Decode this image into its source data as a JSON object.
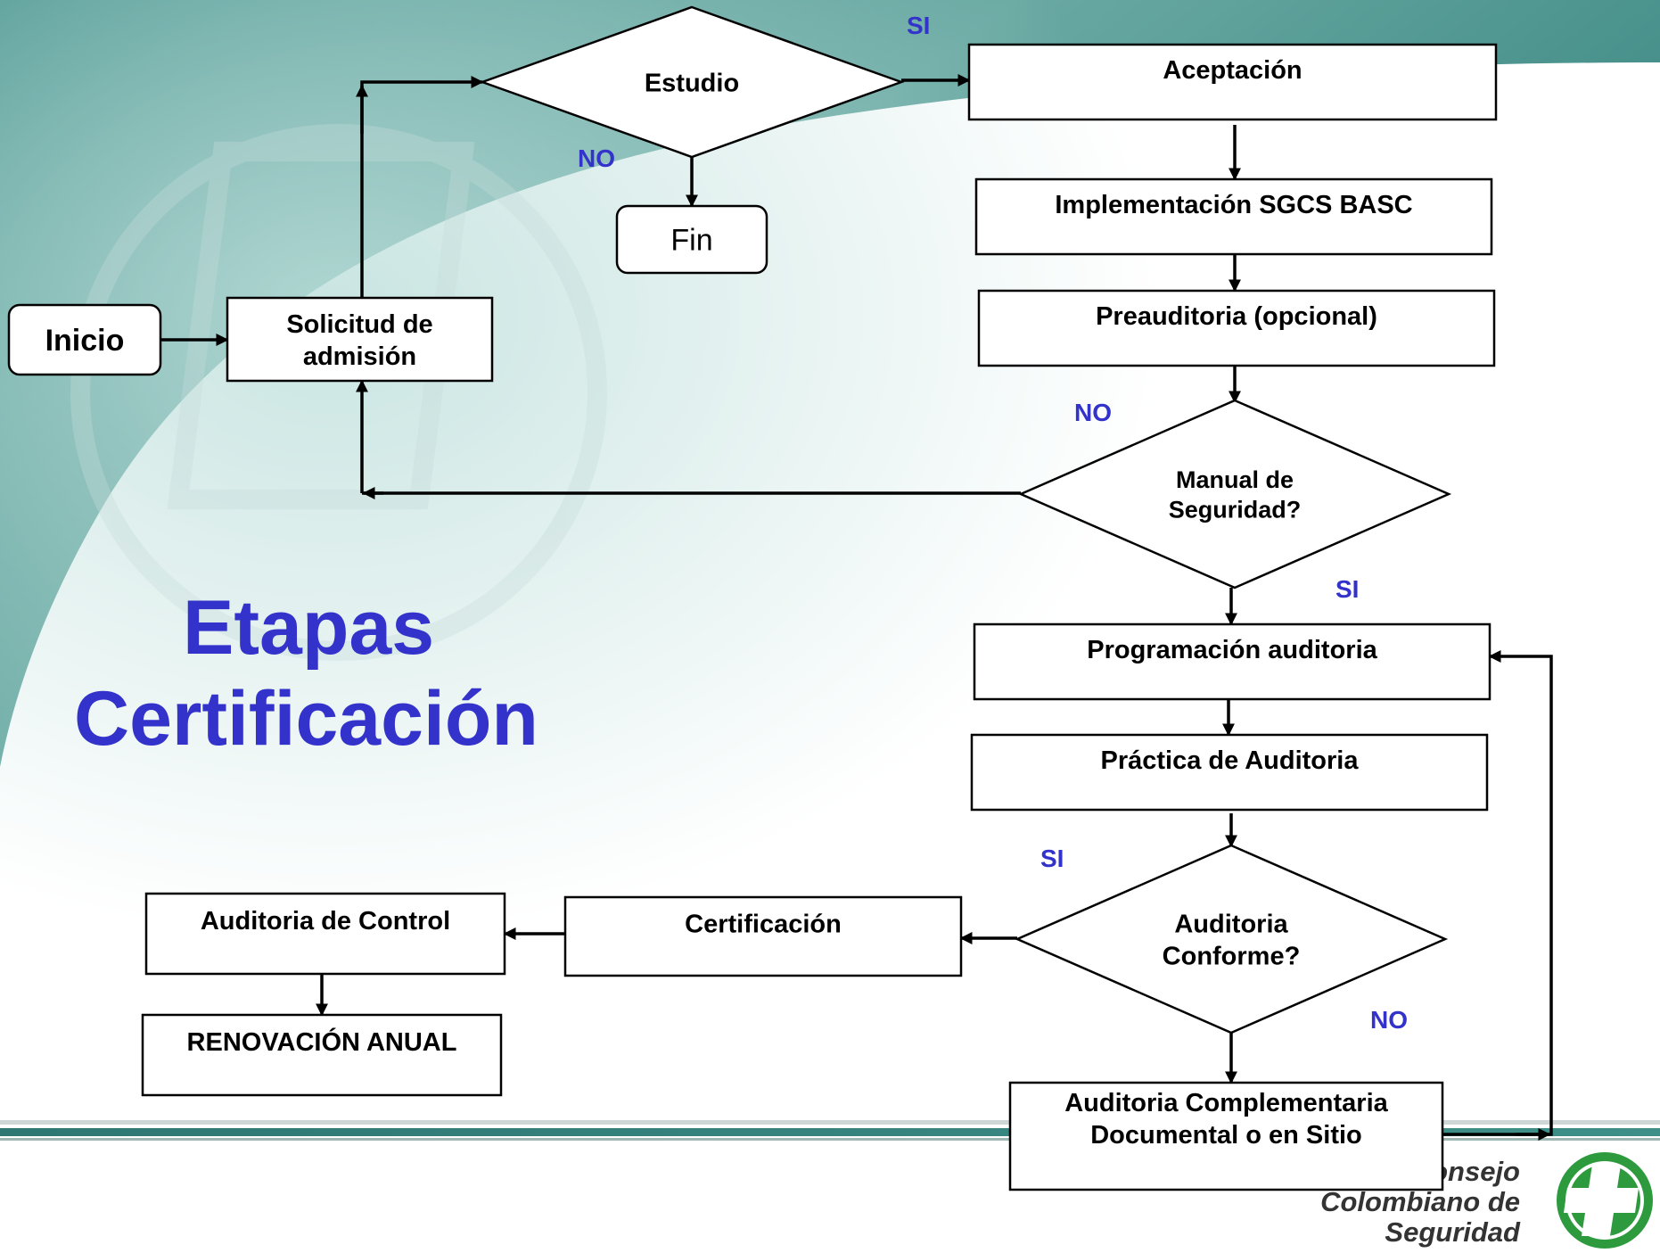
{
  "slide": {
    "title_lines": [
      "Etapas",
      "Certificación"
    ],
    "logo_lines": [
      "Consejo",
      "Colombiano de",
      "Seguridad"
    ],
    "colors": {
      "title": "#3333cc",
      "label": "#3333cc",
      "text": "#000000",
      "teal_dark": "#2f7f7a",
      "teal_light": "#cfe3e1",
      "logo_green": "#2e9a3e"
    }
  },
  "flowchart": {
    "nodes": {
      "inicio": {
        "text": "Inicio"
      },
      "solicitud": {
        "text": "Solicitud de admisión"
      },
      "estudio": {
        "text": "Estudio"
      },
      "fin": {
        "text": "Fin"
      },
      "aceptacion": {
        "text": "Aceptación"
      },
      "implementacion": {
        "text": "Implementación SGCS BASC"
      },
      "preauditoria": {
        "text": "Preauditoria (opcional)"
      },
      "manual": {
        "text": "Manual de Seguridad?"
      },
      "programacion": {
        "text": "Programación auditoria"
      },
      "practica": {
        "text": "Práctica de Auditoria"
      },
      "conforme": {
        "text": "Auditoria Conforme?"
      },
      "complementaria": {
        "text": "Auditoria Complementaria Documental o en Sitio"
      },
      "certificacion": {
        "text": "Certificación"
      },
      "control": {
        "text": "Auditoria de Control"
      },
      "renovacion": {
        "text": "RENOVACIÓN ANUAL"
      }
    },
    "edges": [
      {
        "from": "inicio",
        "to": "solicitud"
      },
      {
        "from": "solicitud",
        "to": "estudio"
      },
      {
        "from": "estudio",
        "to": "aceptacion",
        "label": "SI"
      },
      {
        "from": "estudio",
        "to": "fin",
        "label": "NO"
      },
      {
        "from": "aceptacion",
        "to": "implementacion"
      },
      {
        "from": "implementacion",
        "to": "preauditoria"
      },
      {
        "from": "preauditoria",
        "to": "manual"
      },
      {
        "from": "manual",
        "to": "solicitud",
        "label": "NO"
      },
      {
        "from": "manual",
        "to": "programacion",
        "label": "SI"
      },
      {
        "from": "programacion",
        "to": "practica"
      },
      {
        "from": "practica",
        "to": "conforme"
      },
      {
        "from": "conforme",
        "to": "certificacion",
        "label": "SI"
      },
      {
        "from": "conforme",
        "to": "complementaria",
        "label": "NO"
      },
      {
        "from": "complementaria",
        "to": "programacion"
      },
      {
        "from": "certificacion",
        "to": "control"
      },
      {
        "from": "control",
        "to": "renovacion"
      }
    ]
  }
}
